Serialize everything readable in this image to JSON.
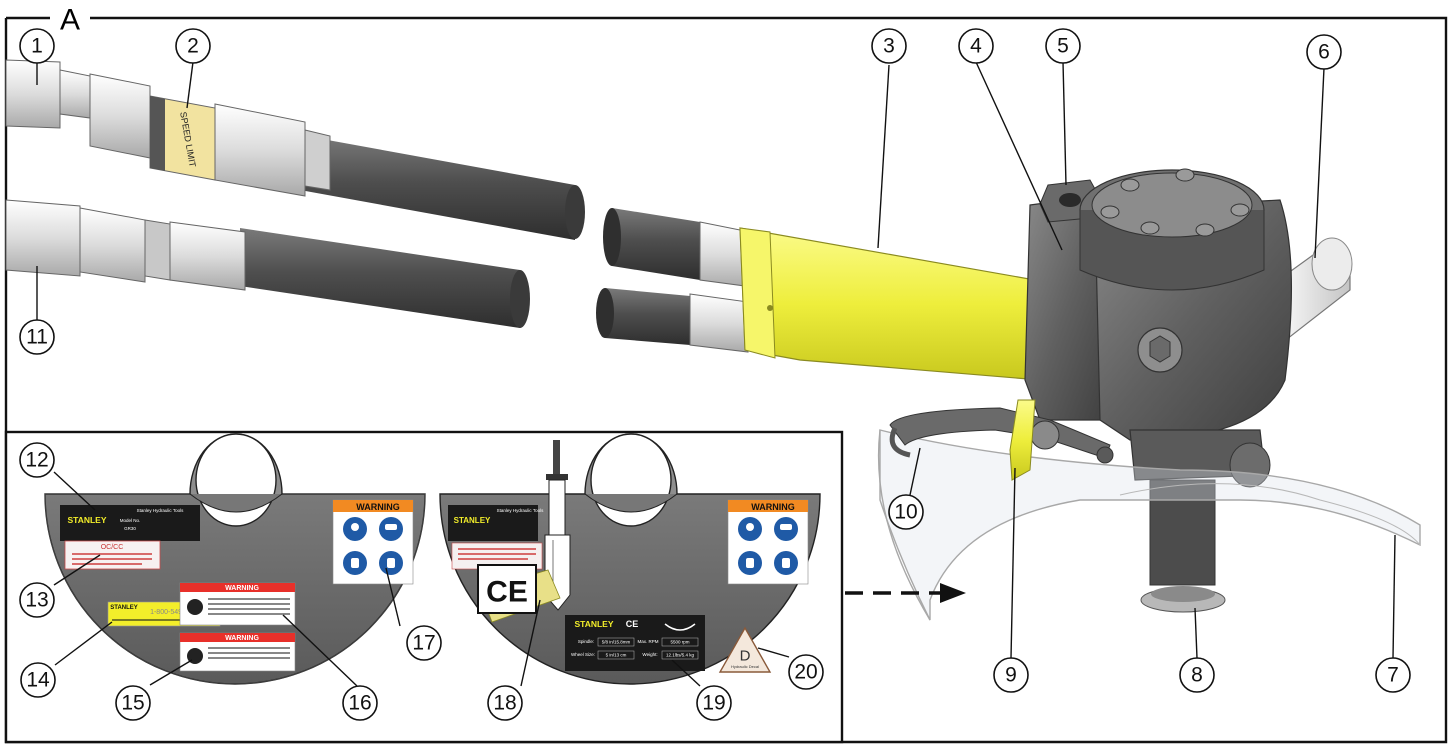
{
  "figure": {
    "panel_letter": "A"
  },
  "callouts": [
    "1",
    "2",
    "3",
    "4",
    "5",
    "6",
    "7",
    "8",
    "9",
    "10",
    "11",
    "12",
    "13",
    "14",
    "15",
    "16",
    "17",
    "18",
    "19",
    "20"
  ],
  "decals": {
    "hose_tag_text": "SPEED LIMIT",
    "brand": "STANLEY",
    "model_line_1": "Stanley Hydraulic Tools",
    "model_label": "Model No.",
    "model_value": "GR30",
    "warning_title": "WARNING",
    "ce_mark": "CE",
    "hydraulic_sticker_word": "OC/CC",
    "phone_sticker_brand": "STANLEY",
    "phone_number": "1-800-549-0517",
    "spindle_label": "Spindle:",
    "spindle_value": "5/8 in/15.8mm",
    "max_rpm_label": "Max. RPM",
    "max_rpm_value": "5500 rpm",
    "wheel_size_label": "Wheel Size:",
    "wheel_size_value": "5 in/13 cm",
    "weight_label": "Weight:",
    "weight_value": "12.1lbs/5.4 kg",
    "triangle_letter": "D",
    "triangle_caption": "Hydraulic Decal"
  },
  "colors": {
    "hose": "#4a4a4a",
    "fitting": "#e9e9e9",
    "yellow_guard": "#f0f04a",
    "body_dark": "#5c5c5c",
    "guard_shade": "#6a6a6a",
    "sticker_black": "#1a1a1a",
    "warning_orange": "#f28a22",
    "warning_red": "#e8302a",
    "phone_yellow": "#f3ee2a",
    "safety_blue": "#1f5aa6"
  }
}
